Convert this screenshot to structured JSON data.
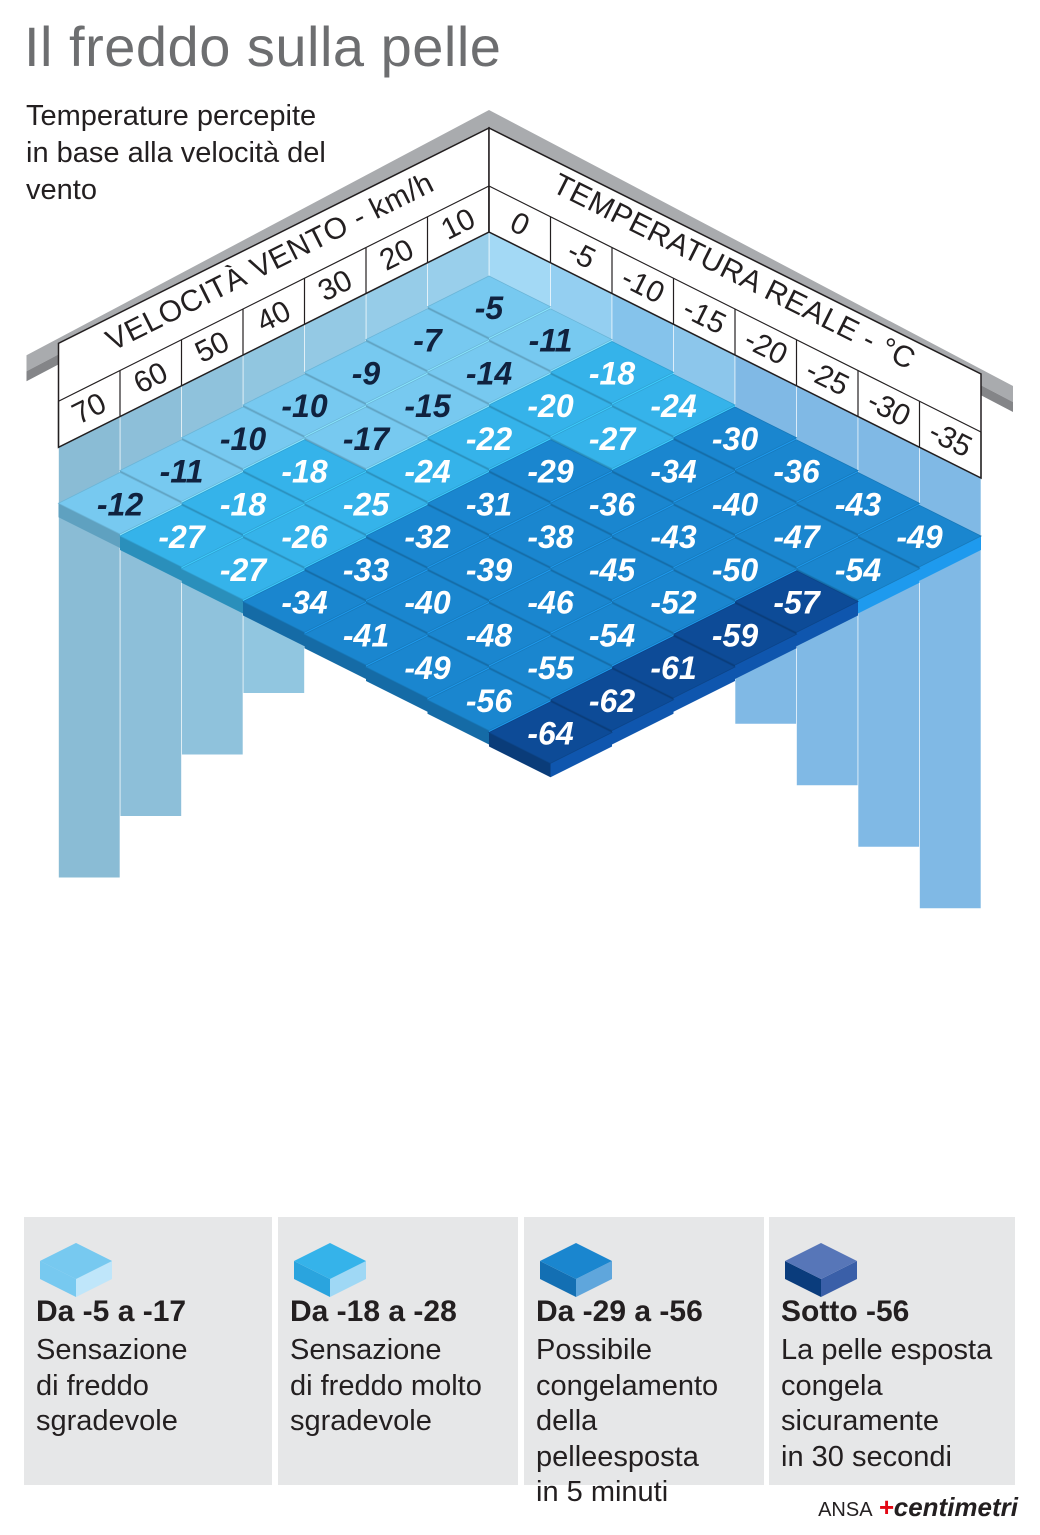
{
  "header": {
    "title": "Il freddo sulla pelle",
    "subtitle": "Temperature percepite in base alla velocità del vento"
  },
  "colors": {
    "level1": "#77c9f0",
    "level2": "#35b3ea",
    "level3": "#1a86cf",
    "level4": "#0d4b97",
    "column_shades": [
      "#9fd8f5",
      "#8fcdf1",
      "#7fc0ea",
      "#86c3ea",
      "#7ab6e4",
      "#7ab6e4",
      "#7ab6e4",
      "#7ab6e4"
    ],
    "roof": "#a9abae"
  },
  "chart_data": {
    "type": "table",
    "row_axis_label": "VELOCITÀ VENTO - km/h",
    "col_axis_label": "TEMPERATURA REALE - °C",
    "wind_speeds": [
      "10",
      "20",
      "30",
      "40",
      "50",
      "60",
      "70"
    ],
    "temperatures": [
      "0",
      "-5",
      "-10",
      "-15",
      "-20",
      "-25",
      "-30",
      "-35"
    ],
    "values": [
      [
        -5,
        -11,
        -18,
        -24,
        -30,
        -36,
        -43,
        -49
      ],
      [
        -7,
        -14,
        -20,
        -27,
        -34,
        -40,
        -47,
        -54
      ],
      [
        -9,
        -15,
        -22,
        -29,
        -36,
        -43,
        -50,
        -57
      ],
      [
        -10,
        -17,
        -24,
        -31,
        -38,
        -45,
        -52,
        -59
      ],
      [
        -10,
        -18,
        -25,
        -32,
        -39,
        -46,
        -54,
        -61
      ],
      [
        -11,
        -18,
        -26,
        -33,
        -40,
        -48,
        -55,
        -62
      ],
      [
        -12,
        -27,
        -27,
        -34,
        -41,
        -49,
        -56,
        -64
      ]
    ]
  },
  "legend": [
    {
      "range": "Da -5 a -17",
      "text": "Sensazione\ndi freddo\nsgradevole",
      "color": "#77c9f0"
    },
    {
      "range": "Da -18 a -28",
      "text": "Sensazione\ndi freddo molto\nsgradevole",
      "color": "#35b3ea"
    },
    {
      "range": "Da -29 a -56",
      "text": "Possibile\ncongelamento\ndella pelleesposta\nin 5 minuti",
      "color": "#1a86cf"
    },
    {
      "range": "Sotto -56",
      "text": "La pelle esposta\ncongela\nsicuramente\nin 30 secondi",
      "color": "#0d4b97"
    }
  ],
  "credit": {
    "agency": "ANSA",
    "brand_plus": "+",
    "brand_rest": "centimetri"
  }
}
